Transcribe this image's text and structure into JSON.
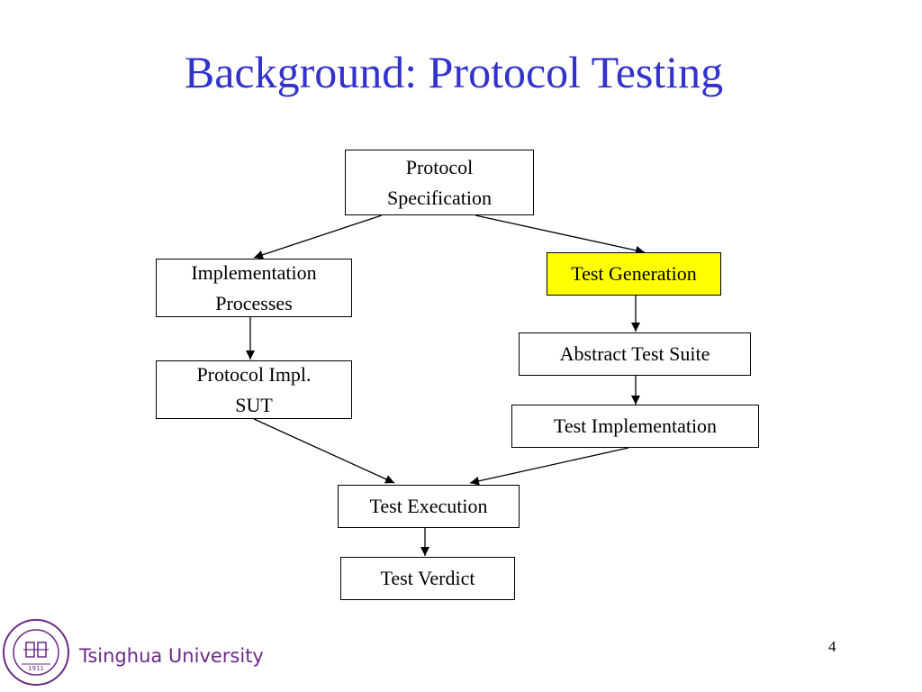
{
  "slide": {
    "title": "Background: Protocol Testing",
    "page_number": "4"
  },
  "nodes": {
    "protocol_specification": "Protocol\nSpecification",
    "implementation_processes": "Implementation\nProcesses",
    "test_generation": "Test Generation",
    "abstract_test_suite": "Abstract Test Suite",
    "protocol_impl_sut": "Protocol Impl.\nSUT",
    "test_implementation": "Test Implementation",
    "test_execution": "Test Execution",
    "test_verdict": "Test Verdict"
  },
  "edges": [
    {
      "from": "protocol_specification",
      "to": "implementation_processes"
    },
    {
      "from": "protocol_specification",
      "to": "test_generation"
    },
    {
      "from": "implementation_processes",
      "to": "protocol_impl_sut"
    },
    {
      "from": "test_generation",
      "to": "abstract_test_suite"
    },
    {
      "from": "abstract_test_suite",
      "to": "test_implementation"
    },
    {
      "from": "protocol_impl_sut",
      "to": "test_execution"
    },
    {
      "from": "test_implementation",
      "to": "test_execution"
    },
    {
      "from": "test_execution",
      "to": "test_verdict"
    }
  ],
  "colors": {
    "title": "#3333cc",
    "highlight": "#ffff00",
    "brand": "#6a2a86"
  },
  "footer": {
    "university": "Tsinghua University",
    "logo_year": "1911"
  }
}
